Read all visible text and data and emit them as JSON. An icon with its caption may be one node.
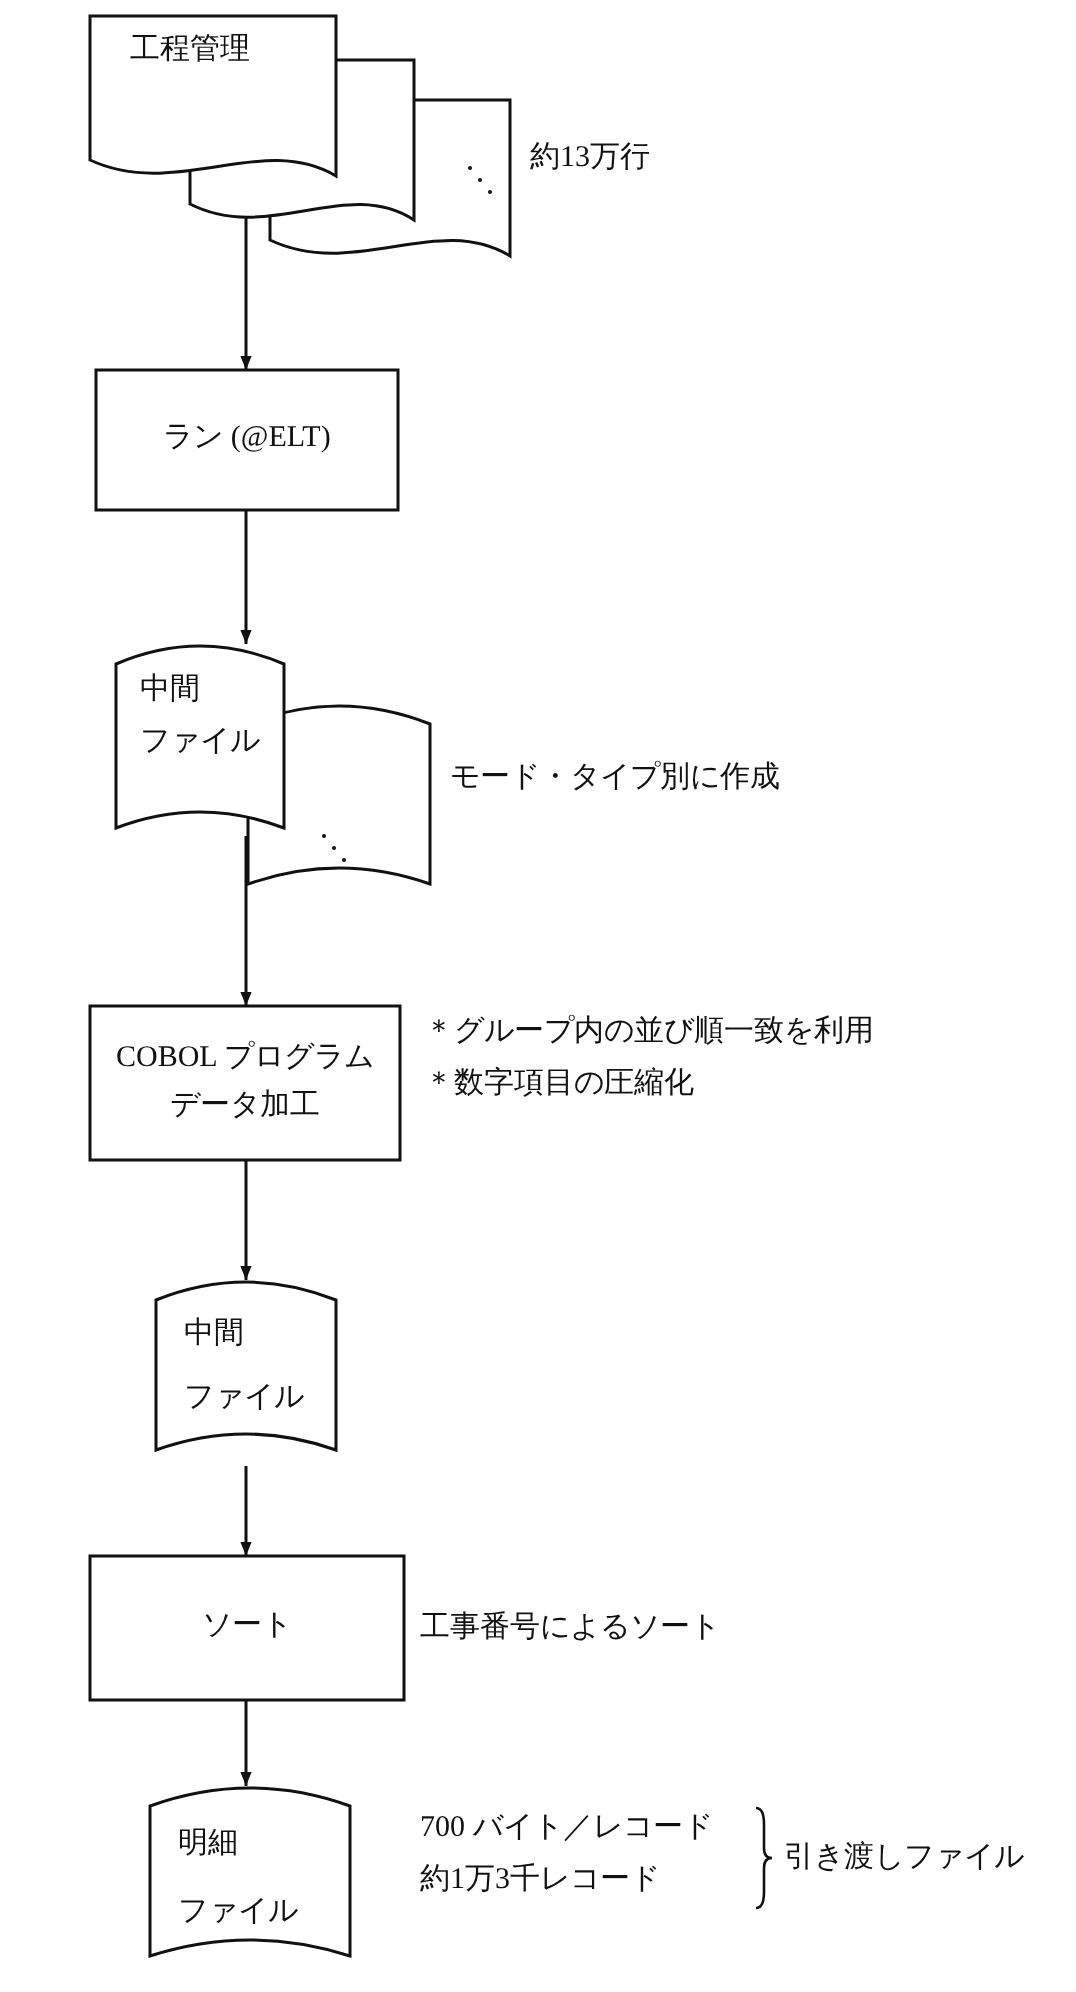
{
  "diagram": {
    "nodes": [
      {
        "text": [
          "工程管理"
        ],
        "beside": [
          "約13万行"
        ]
      },
      {
        "text": [
          "ラン (@ELT)"
        ]
      },
      {
        "text": [
          "中間",
          "ファイル"
        ],
        "beside": [
          "モード・タイプ別に作成"
        ]
      },
      {
        "text": [
          "COBOL プログラム",
          "データ加工"
        ],
        "beside": [
          "＊グループ内の並び順一致を利用",
          "＊数字項目の圧縮化"
        ]
      },
      {
        "text": [
          "中間",
          "ファイル"
        ]
      },
      {
        "text": [
          "ソート"
        ],
        "beside": [
          "工事番号によるソート"
        ]
      },
      {
        "text": [
          "明細",
          "ファイル"
        ],
        "beside": [
          "700 バイト／レコード",
          "約1万3千レコード"
        ]
      }
    ],
    "edges": [
      {
        "from": 0,
        "to": 1,
        "arrow": "to"
      },
      {
        "from": 1,
        "to": 2,
        "arrow": "to"
      },
      {
        "from": 2,
        "to": 3,
        "arrow": "to"
      },
      {
        "from": 3,
        "to": 4,
        "arrow": "to"
      },
      {
        "from": 4,
        "to": 5,
        "arrow": "to"
      },
      {
        "from": 5,
        "to": 6,
        "arrow": "to"
      }
    ],
    "labels": [
      "引き渡しファイル"
    ]
  }
}
